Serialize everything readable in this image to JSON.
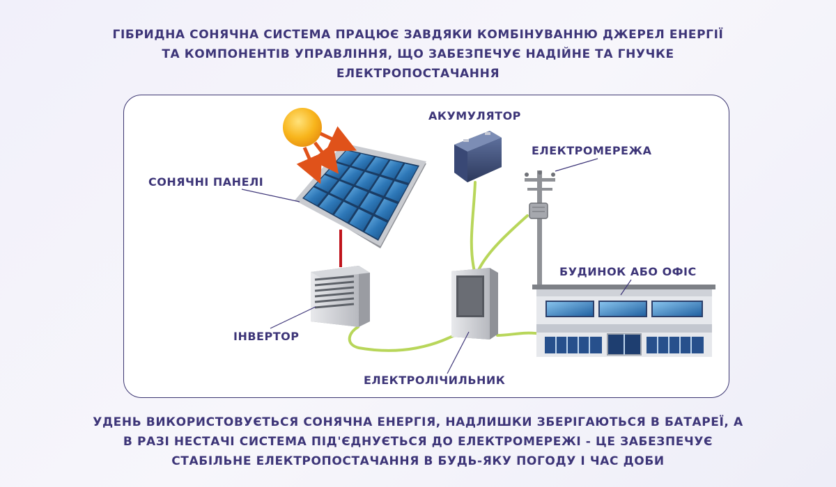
{
  "header": {
    "lines": [
      "ГІБРИДНА СОНЯЧНА СИСТЕМА ПРАЦЮЄ ЗАВДЯКИ КОМБІНУВАННЮ ДЖЕРЕЛ ЕНЕРГІЇ",
      "ТА КОМПОНЕНТІВ УПРАВЛІННЯ, ЩО ЗАБЕЗПЕЧУЄ НАДІЙНЕ ТА ГНУЧКЕ",
      "ЕЛЕКТРОПОСТАЧАННЯ"
    ]
  },
  "labels": {
    "solar_panels": "СОНЯЧНІ ПАНЕЛІ",
    "battery": "АКУМУЛЯТОР",
    "grid": "ЕЛЕКТРОМЕРЕЖА",
    "building": "БУДИНОК АБО ОФІС",
    "inverter": "ІНВЕРТОР",
    "meter": "ЕЛЕКТРОЛІЧИЛЬНИК"
  },
  "footer": {
    "lines": [
      "УДЕНЬ ВИКОРИСТОВУЄТЬСЯ СОНЯЧНА ЕНЕРГІЯ, НАДЛИШКИ ЗБЕРІГАЮТЬСЯ В БАТАРЕЇ, А",
      "В РАЗІ НЕСТАЧІ СИСТЕМА ПІД'ЄДНУЄТЬСЯ ДО ЕЛЕКТРОМЕРЕЖІ - ЦЕ ЗАБЕЗПЕЧУЄ",
      "СТАБІЛЬНЕ ЕЛЕКТРОПОСТАЧАННЯ В БУДЬ-ЯКУ ПОГОДУ І ЧАС ДОБИ"
    ]
  },
  "colors": {
    "text": "#3d3578",
    "wire_green": "#b8d65a",
    "wire_red": "#c0141c",
    "panel_blue": "#1e5f9a",
    "sun": "#f6b21a"
  }
}
